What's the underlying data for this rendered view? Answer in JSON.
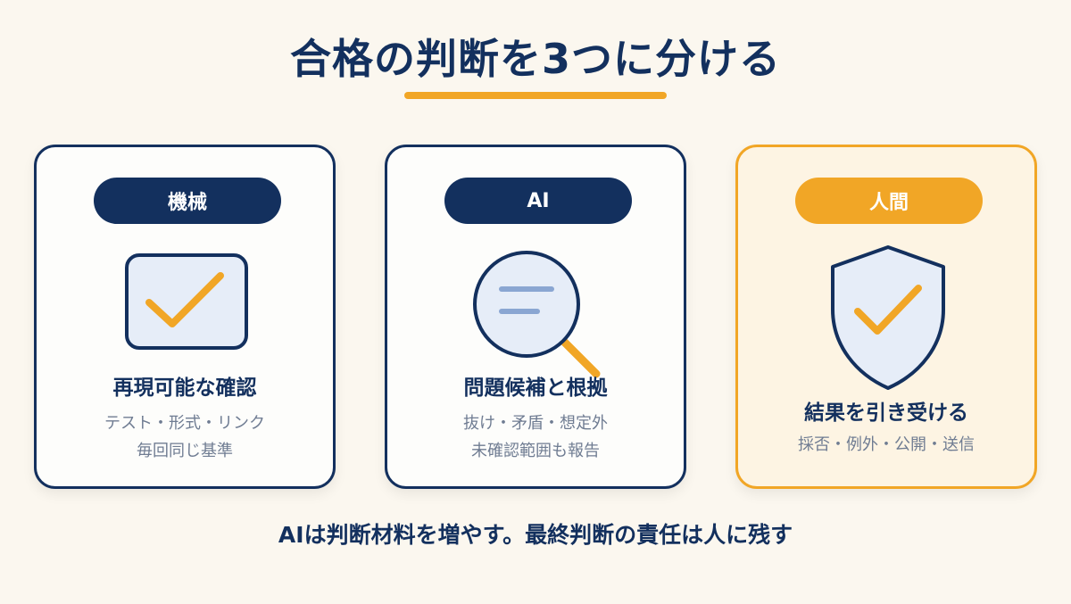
{
  "title": "合格の判断を3つに分ける",
  "cards": [
    {
      "label": "機械",
      "icon": "checkbox-check-icon",
      "heading": "再現可能な確認",
      "lines": [
        "テスト・形式・リンク",
        "毎回同じ基準"
      ]
    },
    {
      "label": "AI",
      "icon": "magnifier-icon",
      "heading": "問題候補と根拠",
      "lines": [
        "抜け・矛盾・想定外",
        "未確認範囲も報告"
      ]
    },
    {
      "label": "人間",
      "icon": "shield-check-icon",
      "heading": "結果を引き受ける",
      "lines": [
        "採否・例外・公開・送信"
      ]
    }
  ],
  "footer": "AIは判断材料を増やす。最終判断の責任は人に残す",
  "colors": {
    "navy": "#13305e",
    "orange": "#f1a626",
    "icon_fill": "#e6edf8",
    "icon_lines": "#8aa6d2",
    "background": "#fbf7ef"
  }
}
